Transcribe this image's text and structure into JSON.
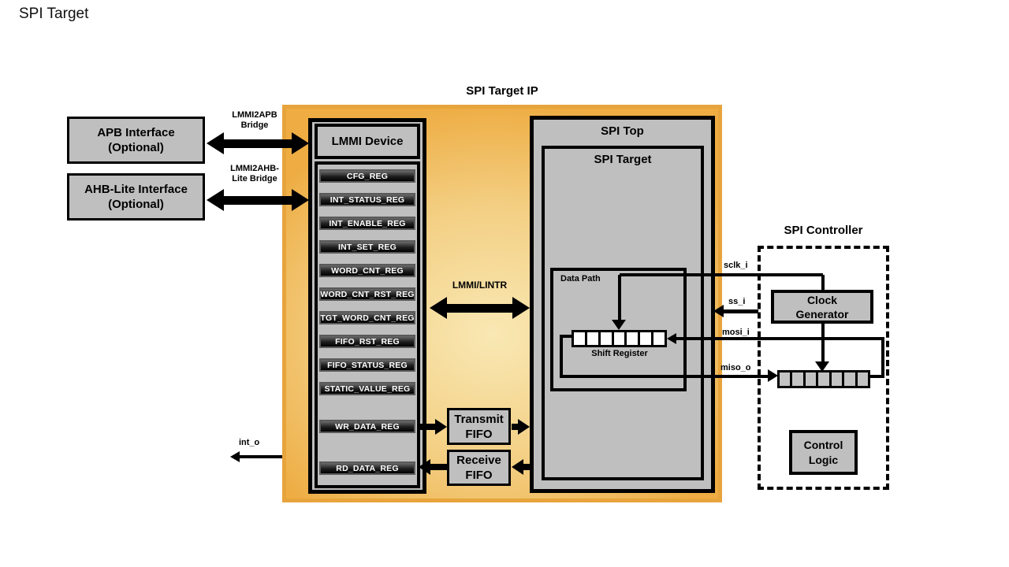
{
  "page_title": "SPI Target",
  "ip_block": {
    "title": "SPI Target IP",
    "lmmi_device": {
      "title": "LMMI Device",
      "registers": [
        "CFG_REG",
        "INT_STATUS_REG",
        "INT_ENABLE_REG",
        "INT_SET_REG",
        "WORD_CNT_REG",
        "WORD_CNT_RST_REG",
        "TGT_WORD_CNT_REG",
        "FIFO_RST_REG",
        "FIFO_STATUS_REG",
        "STATIC_VALUE_REG"
      ],
      "wr_data_reg": "WR_DATA_REG",
      "rd_data_reg": "RD_DATA_REG"
    },
    "transmit_fifo": {
      "line1": "Transmit",
      "line2": "FIFO"
    },
    "receive_fifo": {
      "line1": "Receive",
      "line2": "FIFO"
    },
    "lmmi_lintr_label": "LMMI/LINTR",
    "spi_top": {
      "title": "SPI Top",
      "spi_target": {
        "title": "SPI Target",
        "data_path": {
          "title": "Data Path",
          "shift_register_label": "Shift Register",
          "shift_register_cells": 7
        }
      }
    }
  },
  "left_interfaces": {
    "apb_box": {
      "line1": "APB Interface",
      "line2": "(Optional)"
    },
    "ahb_box": {
      "line1": "AHB-Lite Interface",
      "line2": "(Optional)"
    },
    "apb_bridge_label": {
      "line1": "LMMI2APB",
      "line2": "Bridge"
    },
    "ahb_bridge_label": {
      "line1": "LMMI2AHB-",
      "line2": "Lite Bridge"
    }
  },
  "spi_controller": {
    "title": "SPI Controller",
    "clock_generator": {
      "line1": "Clock",
      "line2": "Generator"
    },
    "control_logic": {
      "line1": "Control",
      "line2": "Logic"
    },
    "shift_register_cells": 7
  },
  "signals": {
    "sclk": "sclk_i",
    "ss": "ss_i",
    "mosi": "mosi_i",
    "miso": "miso_o",
    "int": "int_o"
  },
  "colors": {
    "orange_border": "#E8A43C",
    "orange_light": "#F9E8B4",
    "orange_mid": "#F3CF83",
    "box_gray": "#BFBFBF",
    "line_black": "#000000"
  }
}
